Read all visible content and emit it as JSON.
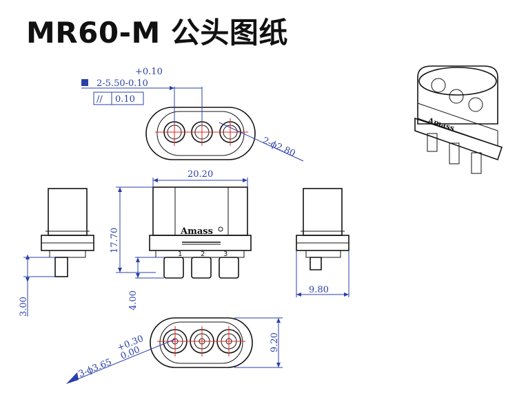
{
  "title": "MR60-M 公头图纸",
  "colors": {
    "dimension": "#2a3fa8",
    "outline": "#111111",
    "centerline": "#e0201a"
  },
  "top_view": {
    "tol_upper": "+0.10",
    "spacing": "2-5.50-0.10",
    "flatness_symbol": "//",
    "flatness_value": "0.10",
    "hole_callout": "2-ϕ2.80"
  },
  "front_view": {
    "width": "20.20",
    "height": "17.70",
    "pin_length": "4.00",
    "brand": "Amass",
    "pin_labels": [
      "1",
      "2",
      "3"
    ]
  },
  "left_view": {
    "offset": "3.00"
  },
  "right_view": {
    "depth": "9.80"
  },
  "bottom_view": {
    "hole_callout": "3-ϕ3.65",
    "tol_upper": "+0.30",
    "tol_lower": "0.00",
    "height": "9.20"
  }
}
